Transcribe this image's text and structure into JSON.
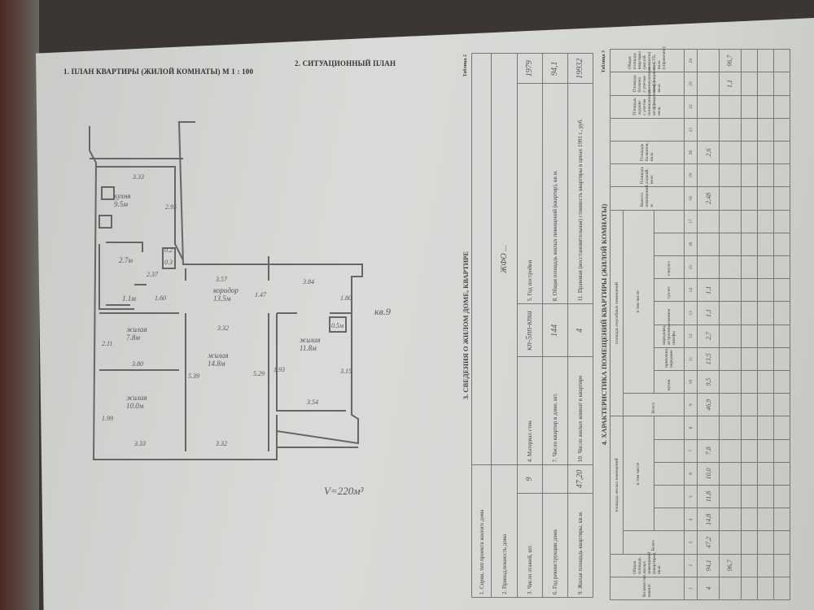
{
  "headings": {
    "plan": "1. ПЛАН КВАРТИРЫ (ЖИЛОЙ КОМНАТЫ) М 1 : 100",
    "situation": "2. СИТУАЦИОННЫЙ ПЛАН"
  },
  "plan": {
    "apartment": "кв.9",
    "volume": "V=220м³",
    "rooms": [
      {
        "name": "кухня",
        "area": "9.5м"
      },
      {
        "name": "",
        "area": "2.7м"
      },
      {
        "name": "",
        "area": "1.1м"
      },
      {
        "name": "коридор",
        "area": "13.5м"
      },
      {
        "name": "жилая",
        "area": "7.8м"
      },
      {
        "name": "жилая",
        "area": "14.8м"
      },
      {
        "name": "жилая",
        "area": "11.8м"
      },
      {
        "name": "жилая",
        "area": "10.0м"
      },
      {
        "name": "",
        "area": "0.5м"
      },
      {
        "name": "",
        "area": "0.2"
      },
      {
        "name": "",
        "area": "0.3"
      }
    ],
    "dimensions": [
      "3.33",
      "2.95",
      "2.37",
      "1.60",
      "3.57",
      "1.47",
      "3.84",
      "1.80",
      "3.32",
      "2.11",
      "3.80",
      "5.39",
      "5.29",
      "1.93",
      "3.15",
      "3.54",
      "1.99",
      "3.33",
      "3.32"
    ]
  },
  "table3": {
    "title": "3. СВЕДЕНИЯ О ЖИЛОМ ДОМЕ, КВАРТИРЕ",
    "table_no": "Таблица 2",
    "rows": [
      {
        "label": "1. Серия, тип проекта жилого дома",
        "value": ""
      },
      {
        "label": "2. Принадлежность дома",
        "value": "ЖФО ..."
      },
      {
        "l1": "3. Число этажей, шт.",
        "v1": "9",
        "l2": "4. Материал стен",
        "v2": "кп-5пп-кпш",
        "l3": "5. Год постройки",
        "v3": "1979"
      },
      {
        "l1": "6. Год реконструкции дома",
        "v1": "",
        "l2": "7. Число квартир в доме, шт.",
        "v2": "144",
        "l3": "8. Общая площадь жилых помещений (квартир), кв.м.",
        "v3": "94,1"
      },
      {
        "l1": "9. Жилая площадь квартиры, кв.м.",
        "v1": "47,20",
        "l2": "10. Число жилых комнат в квартире",
        "v2": "4",
        "l3": "11. Правовая (восстановительная) стоимость квартиры в ценах 1991 г., руб.",
        "v3": "19932"
      }
    ]
  },
  "table4": {
    "title": "4. ХАРАКТЕРИСТИКА ПОМЕЩЕНИЙ КВАРТИРЫ (ЖИЛОЙ КОМНАТЫ)",
    "table_no": "Таблица 3",
    "group_living": "площадь жилых помещений",
    "group_aux": "площадь подсобных помещений",
    "incl": "в том числе",
    "headers": [
      "Количество комнат",
      "Общая площадь жилых помещений (квартиры), кв.м.",
      "Всего",
      "",
      "",
      "",
      "",
      "",
      "Всего",
      "кухня",
      "прихожие, передние",
      "коридоры, встроенные шкафы",
      "ванная",
      "туалет",
      "санузел",
      "",
      "",
      "Высота помещений, м",
      "Площадь лоджий, кв.м.",
      "Площадь балконов, кв.м.",
      "",
      "Площадь лоджии с учетом понижающих коэффициентов, кв.м.",
      "Площадь балкона с учетом понижающих коэффициентов, кв.м.",
      "Общая площадь квартиры (жилой комнаты) по СТБ, кв.м. (справочно)"
    ],
    "numbers": [
      "1",
      "2",
      "3",
      "4",
      "5",
      "6",
      "7",
      "8",
      "9",
      "10",
      "11",
      "12",
      "13",
      "14",
      "15",
      "16",
      "17",
      "18",
      "19",
      "20",
      "21",
      "22",
      "23",
      "24"
    ],
    "rows": [
      [
        "4",
        "94,1",
        "47,2",
        "14,8",
        "11,8",
        "10,0",
        "7,8",
        "",
        "46,9",
        "9,5",
        "13,5",
        "2,7",
        "1,1",
        "1,1",
        "",
        "",
        "",
        "2,48",
        "",
        "2,6",
        "",
        "",
        "",
        ""
      ],
      [
        "",
        "96,7",
        "",
        "",
        "",
        "",
        "",
        "",
        "",
        "",
        "",
        "",
        "",
        "",
        "",
        "",
        "",
        "",
        "",
        "",
        "",
        "",
        "1,1",
        "96,7"
      ]
    ]
  }
}
